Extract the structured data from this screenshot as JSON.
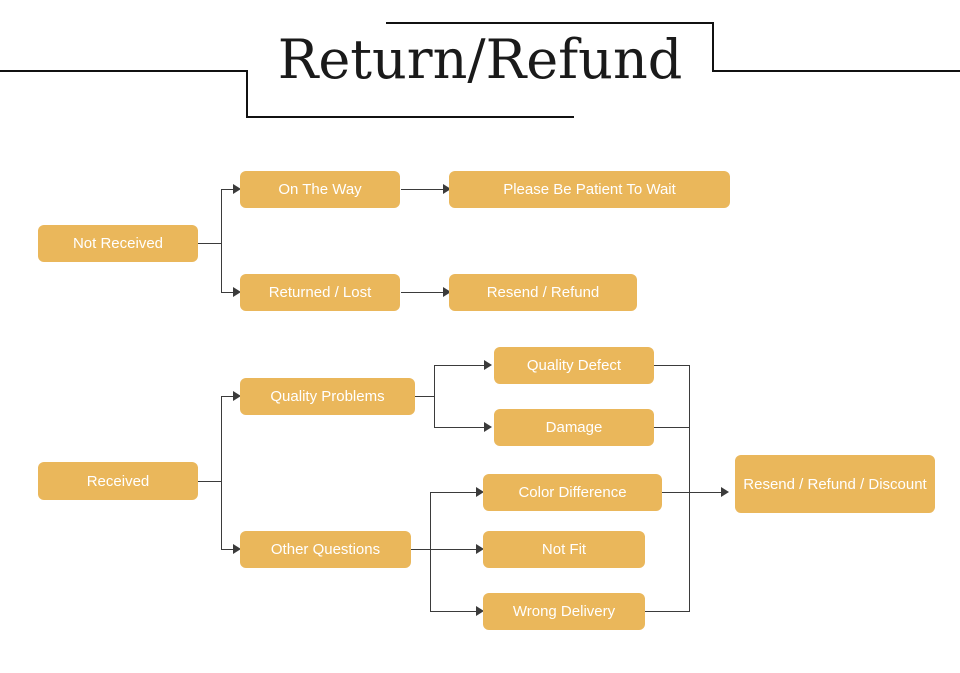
{
  "title": "Return/Refund",
  "nodes": {
    "not_received": "Not Received",
    "on_the_way": "On The Way",
    "please_wait": "Please Be Patient To Wait",
    "returned_lost": "Returned / Lost",
    "resend_refund": "Resend / Refund",
    "received": "Received",
    "quality_problems": "Quality Problems",
    "quality_defect": "Quality Defect",
    "damage": "Damage",
    "other_questions": "Other Questions",
    "color_difference": "Color Difference",
    "not_fit": "Not Fit",
    "wrong_delivery": "Wrong Delivery",
    "resend_refund_discount": "Resend / Refund / Discount"
  },
  "colors": {
    "node_fill": "#eab75b",
    "node_text": "#ffffff",
    "connector": "#3b3b3b",
    "title_text": "#1a1a1a",
    "background": "#ffffff"
  }
}
